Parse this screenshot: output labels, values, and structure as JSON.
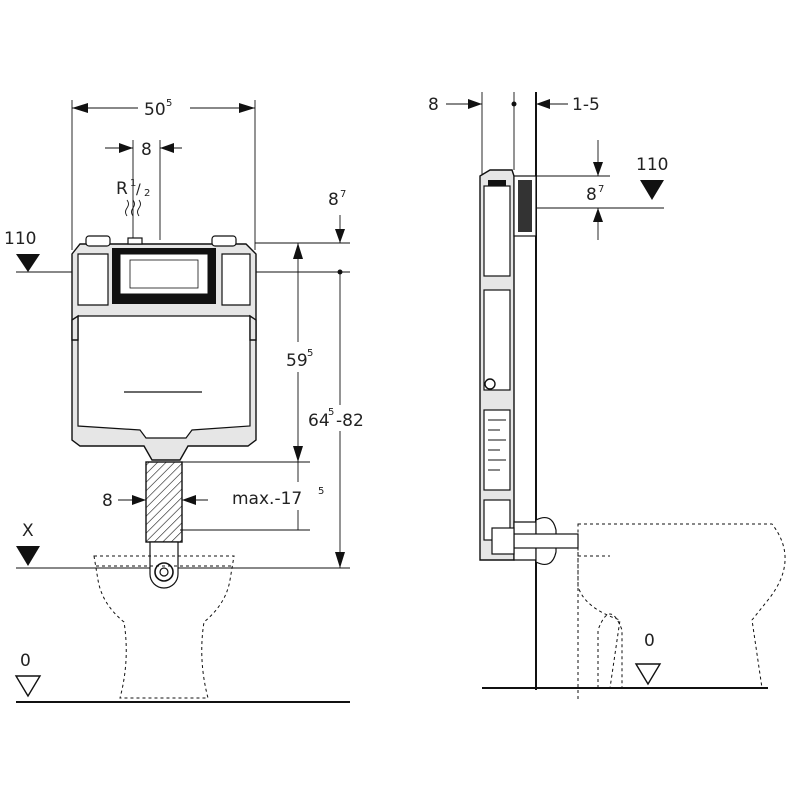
{
  "front_view": {
    "width_main": "50",
    "width_main_sup": "5",
    "inlet_offset": "8",
    "inlet_label_R": "R",
    "inlet_label_num": "1",
    "inlet_label_den": "2",
    "top_offset": "8",
    "top_offset_sup": "7",
    "level_top": "110",
    "height_flush": "59",
    "height_flush_sup": "5",
    "height_range_a": "64",
    "height_range_sup": "5",
    "height_range_b": "-82",
    "pipe_width": "8",
    "pipe_length": "max.-17",
    "pipe_length_sup": "5",
    "level_x": "X",
    "level_zero": "0"
  },
  "side_view": {
    "depth_left": "8",
    "depth_right": "1-5",
    "level_top": "110",
    "top_offset": "8",
    "top_offset_sup": "7",
    "level_zero": "0"
  }
}
